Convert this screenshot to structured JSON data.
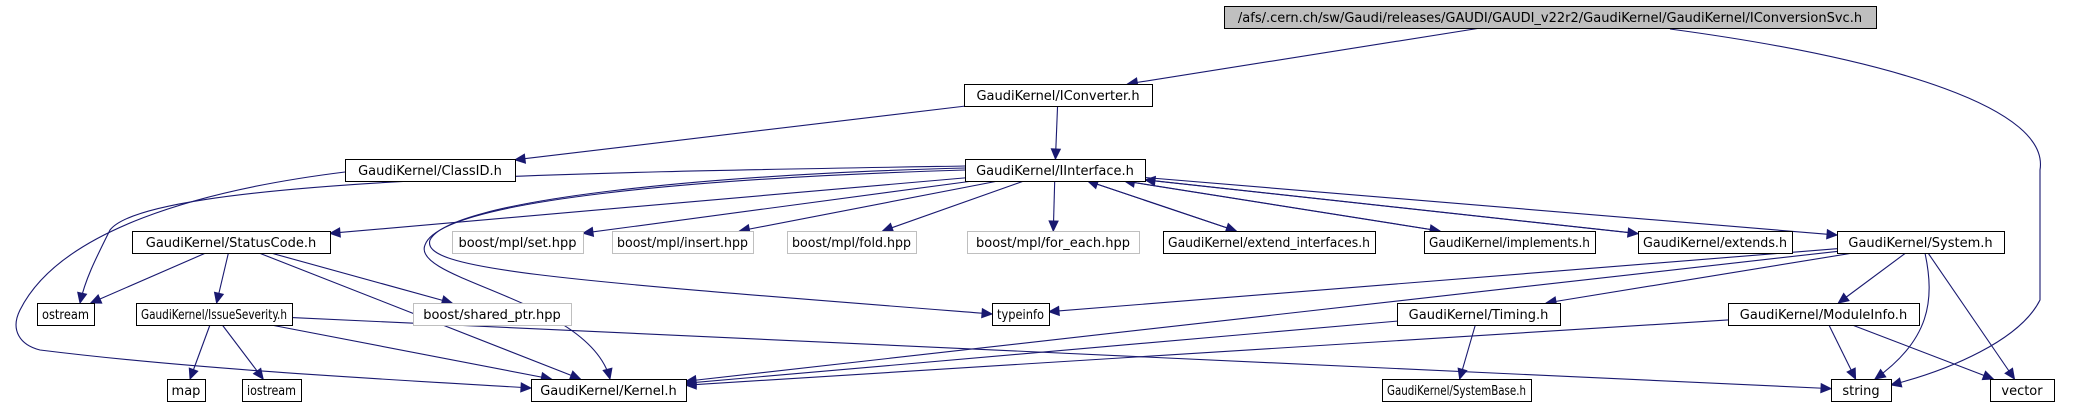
{
  "diagram": {
    "title": "Include dependency graph for IConversionSvc.h",
    "edge_color": "#191970",
    "node_styles": {
      "root": {
        "fill": "#bfbfbf",
        "stroke": "#000000"
      },
      "normal": {
        "fill": "#ffffff",
        "stroke": "#000000"
      },
      "external": {
        "fill": "#ffffff",
        "stroke": "#bfbfbf"
      }
    },
    "nodes": [
      {
        "id": "root",
        "label": "/afs/.cern.ch/sw/Gaudi/releases/GAUDI/GAUDI_v22r2/GaudiKernel/GaudiKernel/IConversionSvc.h",
        "style": "root"
      },
      {
        "id": "iconverter",
        "label": "GaudiKernel/IConverter.h",
        "style": "normal"
      },
      {
        "id": "classid",
        "label": "GaudiKernel/ClassID.h",
        "style": "normal"
      },
      {
        "id": "iinterface",
        "label": "GaudiKernel/IInterface.h",
        "style": "normal"
      },
      {
        "id": "statuscode",
        "label": "GaudiKernel/StatusCode.h",
        "style": "normal"
      },
      {
        "id": "mplset",
        "label": "boost/mpl/set.hpp",
        "style": "external"
      },
      {
        "id": "mplinsert",
        "label": "boost/mpl/insert.hpp",
        "style": "external"
      },
      {
        "id": "mplfold",
        "label": "boost/mpl/fold.hpp",
        "style": "external"
      },
      {
        "id": "mplforeach",
        "label": "boost/mpl/for_each.hpp",
        "style": "external"
      },
      {
        "id": "extendif",
        "label": "GaudiKernel/extend_interfaces.h",
        "style": "normal"
      },
      {
        "id": "implements",
        "label": "GaudiKernel/implements.h",
        "style": "normal"
      },
      {
        "id": "extends",
        "label": "GaudiKernel/extends.h",
        "style": "normal"
      },
      {
        "id": "system",
        "label": "GaudiKernel/System.h",
        "style": "normal"
      },
      {
        "id": "ostream",
        "label": "ostream",
        "style": "normal"
      },
      {
        "id": "issueseverity",
        "label": "GaudiKernel/IssueSeverity.h",
        "style": "normal"
      },
      {
        "id": "sharedptr",
        "label": "boost/shared_ptr.hpp",
        "style": "external"
      },
      {
        "id": "typeinfo",
        "label": "typeinfo",
        "style": "normal"
      },
      {
        "id": "timing",
        "label": "GaudiKernel/Timing.h",
        "style": "normal"
      },
      {
        "id": "moduleinfo",
        "label": "GaudiKernel/ModuleInfo.h",
        "style": "normal"
      },
      {
        "id": "map",
        "label": "map",
        "style": "normal"
      },
      {
        "id": "iostream",
        "label": "iostream",
        "style": "normal"
      },
      {
        "id": "kernel",
        "label": "GaudiKernel/Kernel.h",
        "style": "normal"
      },
      {
        "id": "systembase",
        "label": "GaudiKernel/SystemBase.h",
        "style": "normal"
      },
      {
        "id": "string",
        "label": "string",
        "style": "normal"
      },
      {
        "id": "vector",
        "label": "vector",
        "style": "normal"
      }
    ],
    "edges": [
      {
        "from": "root",
        "to": "iconverter"
      },
      {
        "from": "root",
        "to": "string"
      },
      {
        "from": "iconverter",
        "to": "classid"
      },
      {
        "from": "iconverter",
        "to": "iinterface"
      },
      {
        "from": "classid",
        "to": "kernel"
      },
      {
        "from": "iinterface",
        "to": "statuscode"
      },
      {
        "from": "iinterface",
        "to": "mplset"
      },
      {
        "from": "iinterface",
        "to": "mplinsert"
      },
      {
        "from": "iinterface",
        "to": "mplfold"
      },
      {
        "from": "iinterface",
        "to": "mplforeach"
      },
      {
        "from": "iinterface",
        "to": "extendif"
      },
      {
        "from": "iinterface",
        "to": "implements"
      },
      {
        "from": "iinterface",
        "to": "extends"
      },
      {
        "from": "iinterface",
        "to": "system"
      },
      {
        "from": "iinterface",
        "to": "ostream"
      },
      {
        "from": "iinterface",
        "to": "typeinfo"
      },
      {
        "from": "iinterface",
        "to": "kernel"
      },
      {
        "from": "extendif",
        "to": "iinterface"
      },
      {
        "from": "implements",
        "to": "iinterface"
      },
      {
        "from": "extends",
        "to": "iinterface"
      },
      {
        "from": "statuscode",
        "to": "ostream"
      },
      {
        "from": "statuscode",
        "to": "issueseverity"
      },
      {
        "from": "statuscode",
        "to": "sharedptr"
      },
      {
        "from": "statuscode",
        "to": "kernel"
      },
      {
        "from": "issueseverity",
        "to": "map"
      },
      {
        "from": "issueseverity",
        "to": "iostream"
      },
      {
        "from": "issueseverity",
        "to": "kernel"
      },
      {
        "from": "issueseverity",
        "to": "string"
      },
      {
        "from": "system",
        "to": "typeinfo"
      },
      {
        "from": "system",
        "to": "timing"
      },
      {
        "from": "system",
        "to": "moduleinfo"
      },
      {
        "from": "system",
        "to": "kernel"
      },
      {
        "from": "system",
        "to": "string"
      },
      {
        "from": "system",
        "to": "vector"
      },
      {
        "from": "timing",
        "to": "kernel"
      },
      {
        "from": "timing",
        "to": "systembase"
      },
      {
        "from": "moduleinfo",
        "to": "kernel"
      },
      {
        "from": "moduleinfo",
        "to": "string"
      },
      {
        "from": "moduleinfo",
        "to": "vector"
      }
    ]
  }
}
